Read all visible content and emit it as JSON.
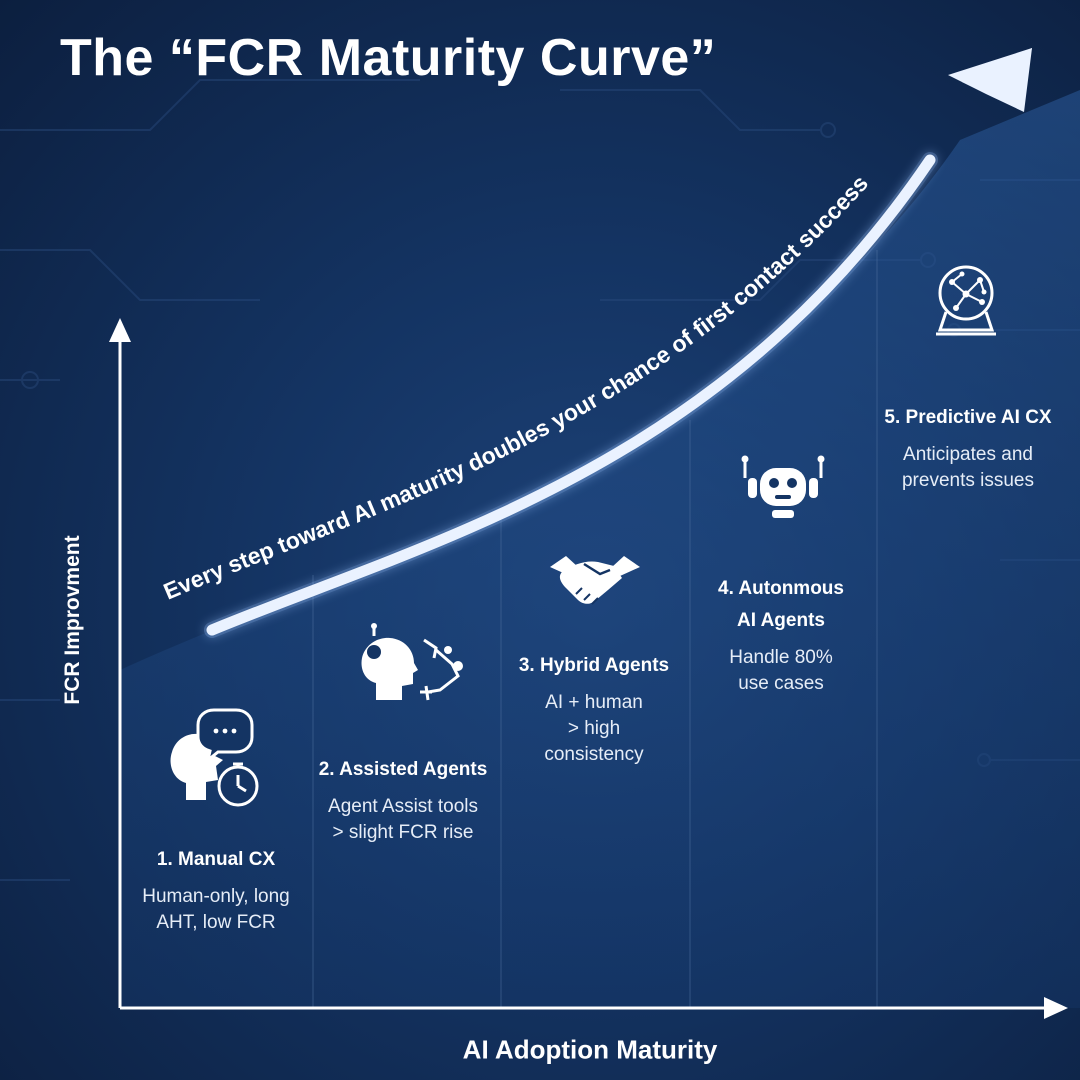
{
  "title": "The “FCR Maturity Curve”",
  "tagline": "Every step toward AI maturity doubles your chance of first contact success",
  "axes": {
    "y_label": "FCR Improvment",
    "x_label": "AI Adoption Maturity"
  },
  "stages": [
    {
      "title": "1. Manual CX",
      "description": "Human-only, long\nAHT, low FCR",
      "icon": "head-chat-stopwatch-icon"
    },
    {
      "title": "2. Assisted Agents",
      "description": "Agent Assist tools\n> slight FCR rise",
      "icon": "robot-head-arm-icon"
    },
    {
      "title": "3. Hybrid Agents",
      "description": "AI + human\n> high\nconsistency",
      "icon": "handshake-icon"
    },
    {
      "title": "4. Autonmous\nAI Agents",
      "description": "Handle 80%\nuse cases",
      "icon": "robot-face-icon"
    },
    {
      "title": "5. Predictive AI CX",
      "description": "Anticipates and\nprevents issues",
      "icon": "crystal-ball-network-icon"
    }
  ],
  "colors": {
    "background": "#143463",
    "curve": "#e8f1ff",
    "text": "#ffffff"
  }
}
